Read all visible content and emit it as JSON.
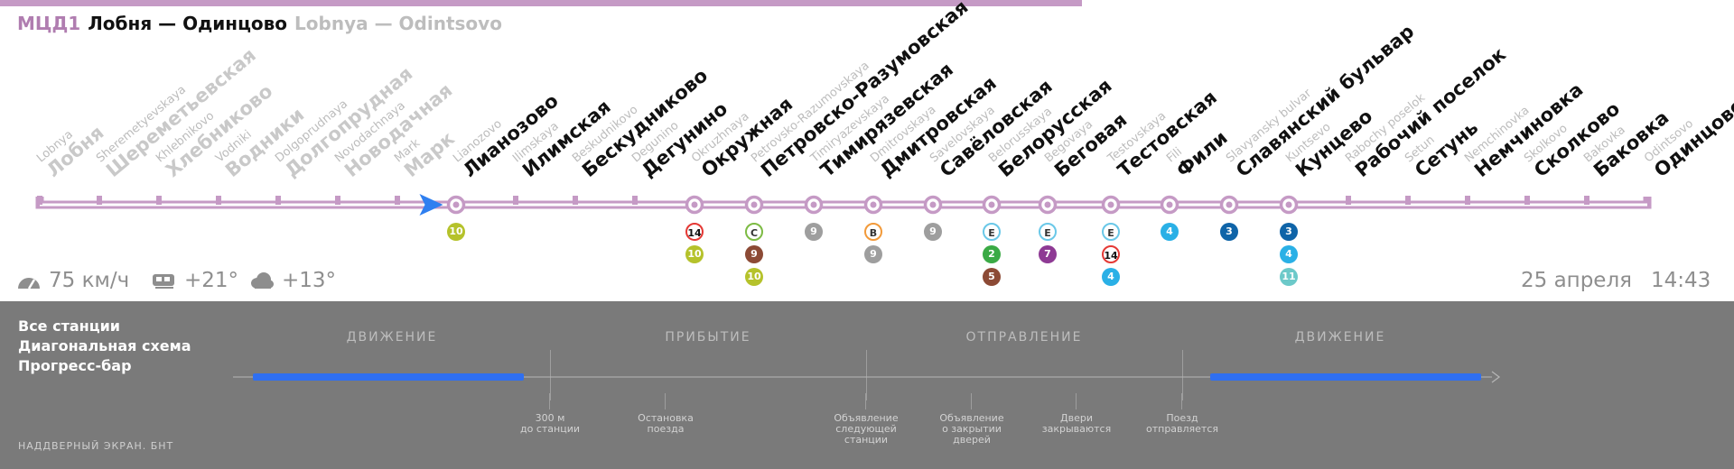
{
  "header": {
    "code": "МЦД1",
    "title_ru": "Лобня — Одинцово",
    "title_en": "Lobnya — Odintsovo"
  },
  "colors": {
    "line": "#c59ac5",
    "accent": "#b07db0",
    "train": "#2f7ff0",
    "bar": "#2f6ff0"
  },
  "stations": [
    {
      "ru": "Лобня",
      "en": "Lobnya",
      "state": "past",
      "type": "tick"
    },
    {
      "ru": "Шереметьевская",
      "en": "Sheremetyevskaya",
      "state": "past",
      "type": "tick"
    },
    {
      "ru": "Хлебниково",
      "en": "Khlebnikovo",
      "state": "past",
      "type": "tick"
    },
    {
      "ru": "Водники",
      "en": "Vodniki",
      "state": "past",
      "type": "tick"
    },
    {
      "ru": "Долгопрудная",
      "en": "Dolgoprudnaya",
      "state": "past",
      "type": "tick"
    },
    {
      "ru": "Новодачная",
      "en": "Novodachnaya",
      "state": "past",
      "type": "tick"
    },
    {
      "ru": "Марк",
      "en": "Mark",
      "state": "past",
      "type": "tick"
    },
    {
      "ru": "Лианозово",
      "en": "Lianozovo",
      "state": "future",
      "type": "ring",
      "transfers": [
        {
          "label": "10",
          "bg": "#b5c22b",
          "fg": "#fff"
        }
      ]
    },
    {
      "ru": "Илимская",
      "en": "Ilimskaya",
      "state": "future",
      "type": "tick"
    },
    {
      "ru": "Бескудниково",
      "en": "Beskudnikovo",
      "state": "future",
      "type": "tick"
    },
    {
      "ru": "Дегунино",
      "en": "Degunino",
      "state": "future",
      "type": "tick"
    },
    {
      "ru": "Окружная",
      "en": "Okruzhnaya",
      "state": "future",
      "type": "ring",
      "transfers": [
        {
          "label": "14",
          "bg": "#fff",
          "fg": "#111",
          "border": "#e53935"
        },
        {
          "label": "10",
          "bg": "#b5c22b",
          "fg": "#fff"
        }
      ]
    },
    {
      "ru": "Петровско-Разумовская",
      "en": "Petrovsko-Razumovskaya",
      "state": "future",
      "type": "ring",
      "transfers": [
        {
          "label": "C",
          "bg": "#fff",
          "fg": "#333",
          "border": "#7dbb44"
        },
        {
          "label": "9",
          "bg": "#8c4a35",
          "fg": "#fff"
        },
        {
          "label": "10",
          "bg": "#b5c22b",
          "fg": "#fff"
        }
      ]
    },
    {
      "ru": "Тимирязевская",
      "en": "Timiryazevskaya",
      "state": "future",
      "type": "ring",
      "transfers": [
        {
          "label": "9",
          "bg": "#9e9e9e",
          "fg": "#fff"
        }
      ]
    },
    {
      "ru": "Дмитровская",
      "en": "Dmitrovskaya",
      "state": "future",
      "type": "ring",
      "transfers": [
        {
          "label": "B",
          "bg": "#fff",
          "fg": "#333",
          "border": "#f29a3a"
        },
        {
          "label": "9",
          "bg": "#9e9e9e",
          "fg": "#fff"
        }
      ]
    },
    {
      "ru": "Савёловская",
      "en": "Savelovskaya",
      "state": "future",
      "type": "ring",
      "transfers": [
        {
          "label": "9",
          "bg": "#9e9e9e",
          "fg": "#fff"
        }
      ]
    },
    {
      "ru": "Белорусская",
      "en": "Belorusskaya",
      "state": "future",
      "type": "ring",
      "transfers": [
        {
          "label": "E",
          "bg": "#fff",
          "fg": "#333",
          "border": "#6ac8e8"
        },
        {
          "label": "2",
          "bg": "#3aaa45",
          "fg": "#fff"
        },
        {
          "label": "5",
          "bg": "#8c4a35",
          "fg": "#fff"
        }
      ]
    },
    {
      "ru": "Беговая",
      "en": "Begovaya",
      "state": "future",
      "type": "ring",
      "transfers": [
        {
          "label": "E",
          "bg": "#fff",
          "fg": "#333",
          "border": "#6ac8e8"
        },
        {
          "label": "7",
          "bg": "#8e3a94",
          "fg": "#fff"
        }
      ]
    },
    {
      "ru": "Тестовская",
      "en": "Testovskaya",
      "state": "future",
      "type": "ring",
      "transfers": [
        {
          "label": "E",
          "bg": "#fff",
          "fg": "#333",
          "border": "#6ac8e8"
        },
        {
          "label": "14",
          "bg": "#fff",
          "fg": "#111",
          "border": "#e53935"
        },
        {
          "label": "4",
          "bg": "#2ab0e6",
          "fg": "#fff"
        }
      ]
    },
    {
      "ru": "Фили",
      "en": "Fili",
      "state": "future",
      "type": "ring",
      "transfers": [
        {
          "label": "4",
          "bg": "#2ab0e6",
          "fg": "#fff"
        }
      ]
    },
    {
      "ru": "Славянский бульвар",
      "en": "Slavyansky bulvar",
      "state": "future",
      "type": "ring",
      "transfers": [
        {
          "label": "3",
          "bg": "#0f64a8",
          "fg": "#fff"
        }
      ]
    },
    {
      "ru": "Кунцево",
      "en": "Kuntsevo",
      "state": "future",
      "type": "ring",
      "transfers": [
        {
          "label": "3",
          "bg": "#0f64a8",
          "fg": "#fff"
        },
        {
          "label": "4",
          "bg": "#2ab0e6",
          "fg": "#fff"
        },
        {
          "label": "11",
          "bg": "#6cc9c9",
          "fg": "#fff"
        }
      ]
    },
    {
      "ru": "Рабочий поселок",
      "en": "Rabochy poselok",
      "state": "future",
      "type": "tick"
    },
    {
      "ru": "Сетунь",
      "en": "Setun",
      "state": "future",
      "type": "tick"
    },
    {
      "ru": "Немчиновка",
      "en": "Nemchinovka",
      "state": "future",
      "type": "tick"
    },
    {
      "ru": "Сколково",
      "en": "Skolkovo",
      "state": "future",
      "type": "tick"
    },
    {
      "ru": "Баковка",
      "en": "Bakovka",
      "state": "future",
      "type": "tick"
    },
    {
      "ru": "Одинцово",
      "en": "Odintsovo",
      "state": "future",
      "type": "end"
    }
  ],
  "status": {
    "speed": "75 км/ч",
    "temp_inside": "+21°",
    "temp_outside": "+13°",
    "date": "25 апреля",
    "time": "14:43"
  },
  "menu": [
    "Все станции",
    "Диагональная схема",
    "Прогресс-бар"
  ],
  "footer_label": "НАДДВЕРНЫЙ ЭКРАН. БНТ",
  "phases": [
    "ДВИЖЕНИЕ",
    "ПРИБЫТИЕ",
    "ОТПРАВЛЕНИЕ",
    "ДВИЖЕНИЕ"
  ],
  "events": [
    {
      "lines": [
        "300 м",
        "до станции"
      ]
    },
    {
      "lines": [
        "Остановка",
        "поезда"
      ]
    },
    {
      "lines": [
        "Объявление",
        "следующей",
        "станции"
      ]
    },
    {
      "lines": [
        "Объявление",
        "о закрытии",
        "дверей"
      ]
    },
    {
      "lines": [
        "Двери",
        "закрываются"
      ]
    },
    {
      "lines": [
        "Поезд",
        "отправляется"
      ]
    }
  ]
}
